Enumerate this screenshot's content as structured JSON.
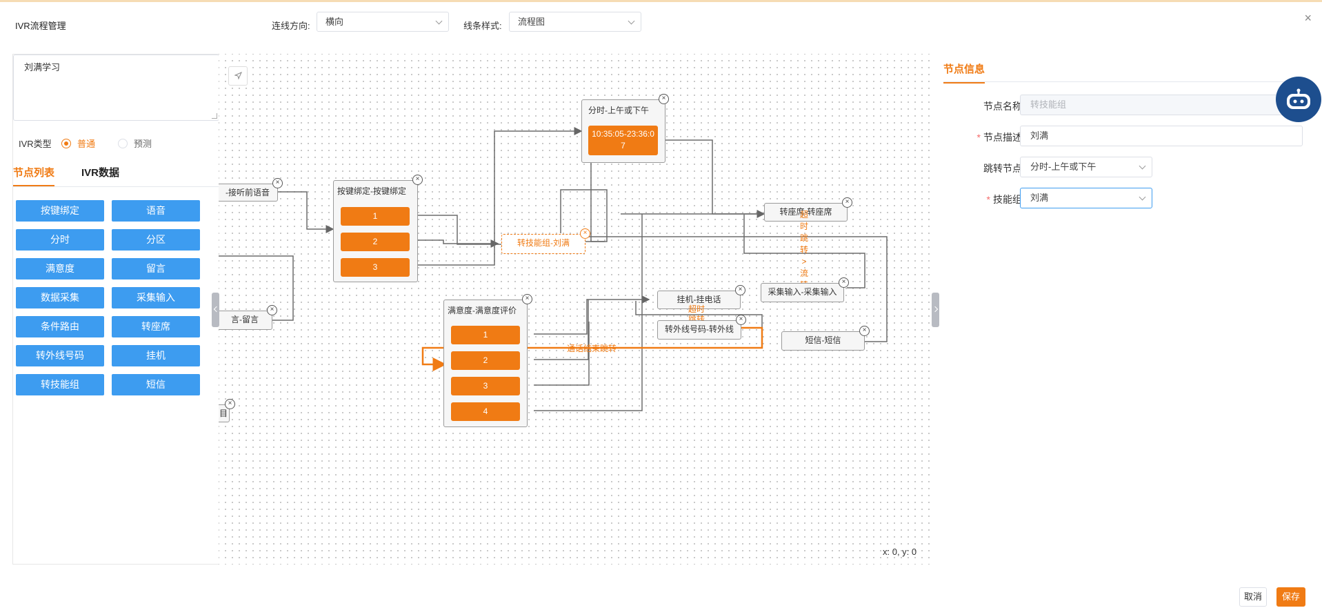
{
  "header": {
    "title": "IVR流程管理",
    "direction_label": "连线方向:",
    "direction_value": "横向",
    "line_style_label": "线条样式:",
    "line_style_value": "流程图",
    "close_icon": "×"
  },
  "left": {
    "description": "刘满学习",
    "ivr_type_label": "IVR类型",
    "radio_options": [
      "普通",
      "预测"
    ],
    "radio_selected": "普通",
    "tabs": [
      "节点列表",
      "IVR数据"
    ],
    "node_buttons": [
      "按键绑定",
      "语音",
      "分时",
      "分区",
      "满意度",
      "留言",
      "数据采集",
      "采集输入",
      "条件路由",
      "转座席",
      "转外线号码",
      "挂机",
      "转技能组",
      "短信"
    ]
  },
  "canvas": {
    "coord_text": "x: 0, y: 0",
    "nodes": {
      "voice": "-接听前语音",
      "keybind": "按键绑定-按键绑定",
      "key_1": "1",
      "key_2": "2",
      "key_3": "3",
      "message": "言-留言",
      "timeslot": "分时-上午或下午",
      "time_range": "10:35:05-23:36:07",
      "skill": "转技能组-刘满",
      "agent": "转座席-转座席",
      "collect": "采集输入-采集输入",
      "hangup": "挂机-挂电话",
      "outline": "转外线号码-转外线",
      "sms": "短信-短信",
      "satisfaction": "满意度-满意度评价",
      "sat_1": "1",
      "sat_2": "2",
      "sat_3": "3",
      "sat_4": "4",
      "partial": "目"
    },
    "edge_labels": {
      "timeout_jump": "超时跳转",
      "call_end_jump": "通话结束跳转",
      "vertical_flow": "超时跳转>流转"
    }
  },
  "right": {
    "tab": "节点信息",
    "fields": {
      "name_label": "节点名称",
      "name_value": "转技能组",
      "desc_label": "节点描述",
      "desc_value": "刘满",
      "jump_label": "跳转节点",
      "jump_value": "分时-上午或下午",
      "skill_label": "技能组",
      "skill_value": "刘满"
    }
  },
  "footer": {
    "cancel": "取消",
    "save": "保存"
  },
  "colors": {
    "accent": "#f07b14",
    "button_blue": "#3d9cf0",
    "robot": "#1d4e8e"
  },
  "icons": [
    "close-icon",
    "locate-icon",
    "robot-icon",
    "chevron-down-icon"
  ]
}
